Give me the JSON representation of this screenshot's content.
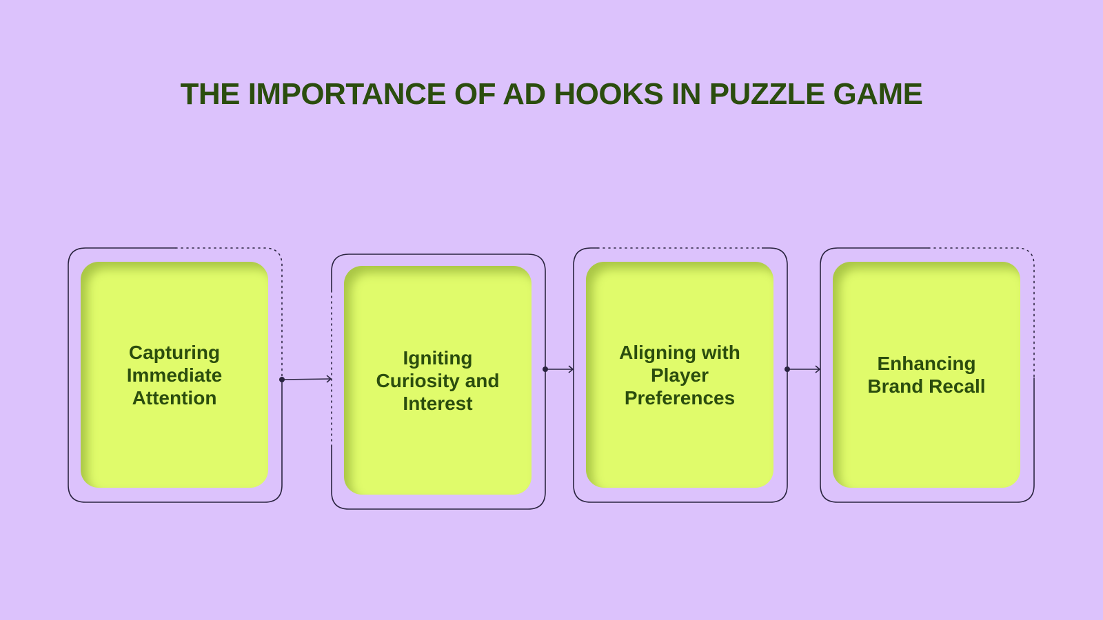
{
  "title": "THE IMPORTANCE OF AD HOOKS IN PUZZLE GAME",
  "steps": [
    {
      "label": "Capturing Immediate Attention"
    },
    {
      "label": "Igniting Curiosity and Interest"
    },
    {
      "label": "Aligning with Player Preferences"
    },
    {
      "label": "Enhancing Brand Recall"
    }
  ],
  "colors": {
    "background": "#dcc2fc",
    "card_fill": "#e0fb6b",
    "text": "#2b4d0e",
    "outline": "#2a2440"
  }
}
